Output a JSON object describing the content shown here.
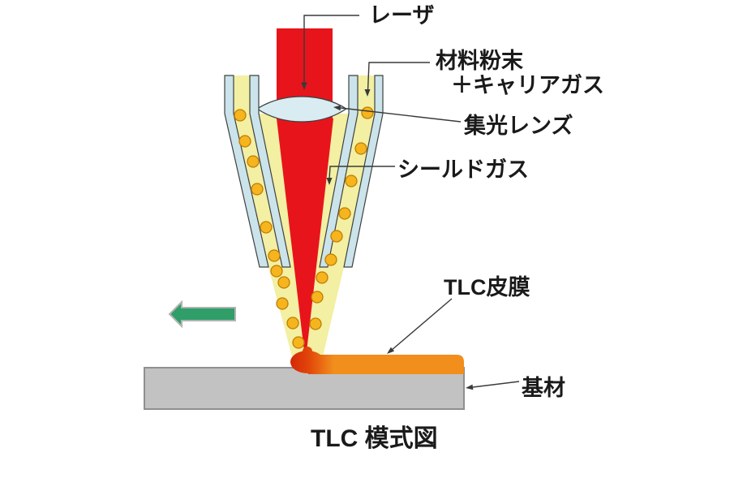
{
  "diagram": {
    "type": "laser-cladding-process-schematic",
    "caption": "TLC 模式図",
    "labels": {
      "laser": "レーザ",
      "powder_line1": "材料粉末",
      "powder_line2": "＋キャリアガス",
      "lens": "集光レンズ",
      "shield_gas": "シールドガス",
      "coating": "TLC皮膜",
      "substrate": "基材"
    },
    "icons": {
      "travel_direction": "left-arrow"
    }
  },
  "colors": {
    "laser_red": "#e8141b",
    "powder_yellow": "#f3efa3",
    "nozzle_wall_blue": "#cbe3ea",
    "lens_blue": "#d8ecf2",
    "powder_dot": "#f6b41e",
    "powder_dot_outline": "#bf7e00",
    "coating_orange": "#f18e1c",
    "melt_red": "#d42408",
    "melt_mid": "#e2470a",
    "substrate_gray": "#c2c2c2",
    "substrate_border": "#8f8f8f",
    "arrow_green": "#2f9e68",
    "arrow_green_border": "#b3b3b3",
    "leader_line": "#3a3a3a",
    "outline": "#404040",
    "text": "#1a1a1a",
    "background": "#ffffff"
  }
}
